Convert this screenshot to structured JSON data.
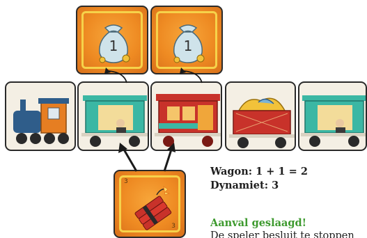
{
  "loot_cards": [
    {
      "value": "1",
      "icon": "money-bag-icon"
    },
    {
      "value": "1",
      "icon": "money-bag-icon"
    }
  ],
  "train_cards": [
    {
      "icon": "locomotive-icon"
    },
    {
      "icon": "wagon-bandit-icon"
    },
    {
      "icon": "red-wagon-icon"
    },
    {
      "icon": "cargo-wagon-icon"
    },
    {
      "icon": "wagon-bandit-icon"
    }
  ],
  "dynamite_card": {
    "value": "3",
    "icon": "dynamite-icon"
  },
  "text": {
    "wagon_line": "Wagon: 1 + 1 = 2",
    "dynamite_line": "Dynamiet: 3",
    "result_line": "Aanval geslaagd!",
    "description_line": "De speler besluit te stoppen"
  },
  "colors": {
    "card_orange": "#ee8a22",
    "card_frame_yellow": "#f6d24a",
    "success_green": "#3d9a2e",
    "wagon_teal": "#3bb7a4",
    "wagon_red": "#c8322a"
  }
}
